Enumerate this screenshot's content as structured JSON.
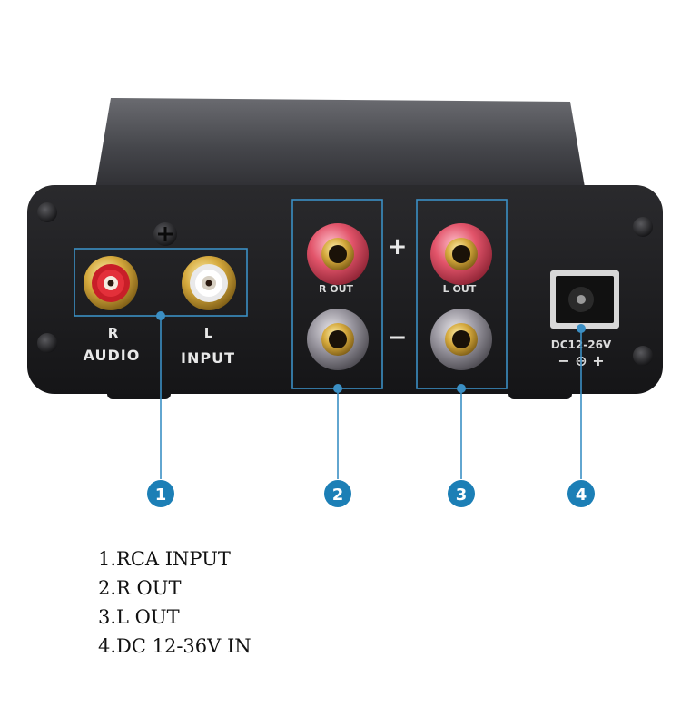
{
  "device": {
    "panel_labels": {
      "r": "R",
      "l": "L",
      "audio": "AUDIO",
      "input": "INPUT",
      "r_out": "R OUT",
      "l_out": "L OUT",
      "plus": "+",
      "minus": "−",
      "dc_rating": "DC12-26V",
      "dc_polarity": "− ⊕ +"
    }
  },
  "callouts": [
    {
      "number": "1"
    },
    {
      "number": "2"
    },
    {
      "number": "3"
    },
    {
      "number": "4"
    }
  ],
  "legend": [
    "1.RCA INPUT",
    "2.R OUT",
    "3.L OUT",
    "4.DC 12-36V IN"
  ],
  "colors": {
    "callout_blue": "#1c7fb6",
    "callout_line": "#3b8fc4",
    "chassis": "#1e1e20",
    "rca_red": "#d8202a",
    "binding_red": "#e2546a"
  }
}
